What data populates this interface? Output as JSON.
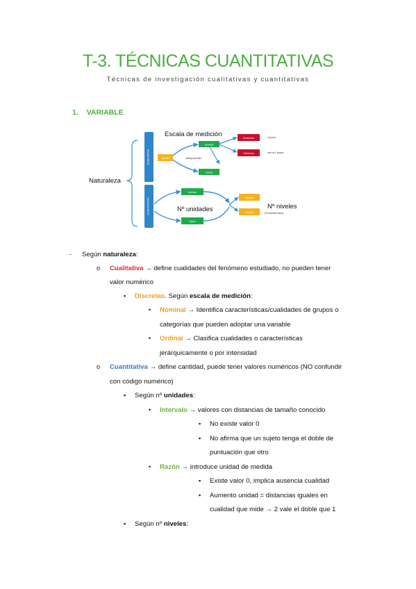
{
  "header": {
    "title": "T-3. TÉCNICAS CUANTITATIVAS",
    "subtitle": "Técnicas de investigación cualitativas y cuantitativas"
  },
  "section": {
    "number": "1.",
    "title": "VARIABLE"
  },
  "diagram": {
    "root_label": "Naturaleza",
    "scale_label": "Escala de medición",
    "units_label": "Nº unidades",
    "levels_label": "Nº niveles",
    "vbox_top": "CUALITATIVA",
    "vbox_bottom": "CUANTITATIVA",
    "box_cual_mid": "Discreta",
    "note_cual": "Jerarquía/Orden",
    "box_nominal": "Nominal",
    "box_ordinal": "Ordinal",
    "box_dicot": "Dicotómica",
    "box_politom": "Politómica",
    "note_dicot": "2 grupos",
    "note_politom": "más de 2 grupos",
    "box_intervalo": "Intervalo",
    "box_razon": "Razón",
    "box_discreta": "Discreta",
    "box_continua": "Continua",
    "note_levels": "(Puntos/decimales)",
    "colors": {
      "green": "#1faa4a",
      "red": "#c8102e",
      "orange": "#f7b21b",
      "blue": "#2f86c8",
      "arrow": "#3b8fd6"
    }
  },
  "content": {
    "l1": {
      "dash": "-",
      "a": "Según ",
      "b": "naturaleza",
      "c": ":"
    },
    "l2": {
      "bullet": "o",
      "a": "Cualitativa",
      "b": " → define cualidades del fenómeno estudiado, no pueden tener"
    },
    "l3": {
      "a": "valor numérico"
    },
    "l4": {
      "bullet": "▪",
      "a": "Discretas",
      "b": ". Según ",
      "c": "escala de medición",
      "d": ":"
    },
    "l5": {
      "bullet": "•",
      "a": "Nominal",
      "b": " → Identifica características/cualidades de grupos o"
    },
    "l6": {
      "a": "categorías que pueden adoptar una variable"
    },
    "l7": {
      "bullet": "•",
      "a": "Ordinal",
      "b": " → Clasifica cualidades o características"
    },
    "l8": {
      "a": "jerárquicamente o por intensidad"
    },
    "l9": {
      "bullet": "o",
      "a": "Cuantitativa",
      "b": " → define cantidad, puede tener valores numéricos (NO confundir"
    },
    "l10": {
      "a": "con código numérico)"
    },
    "l11": {
      "bullet": "▪",
      "a": "Según nº ",
      "b": "unidades",
      "c": ":"
    },
    "l12": {
      "bullet": "•",
      "a": "Intervalo",
      "b": " → valores con distancias de tamaño conocido"
    },
    "l13": {
      "bullet": "▪",
      "a": "No existe valor 0"
    },
    "l14": {
      "bullet": "▪",
      "a": "No afirma que un sujeto tenga el doble de"
    },
    "l15": {
      "a": "puntuación que otro"
    },
    "l16": {
      "bullet": "•",
      "a": "Razón",
      "b": " → introduce unidad de medida"
    },
    "l17": {
      "bullet": "▪",
      "a": "Existe valor 0, implica ausencia cualidad"
    },
    "l18": {
      "bullet": "▪",
      "a": "Aumento unidad = distancias iguales en"
    },
    "l19": {
      "a": "cualidad que mide → 2 vale el doble que 1"
    },
    "l20": {
      "bullet": "▪",
      "a": "Según nº ",
      "b": "niveles",
      "c": ":"
    }
  }
}
